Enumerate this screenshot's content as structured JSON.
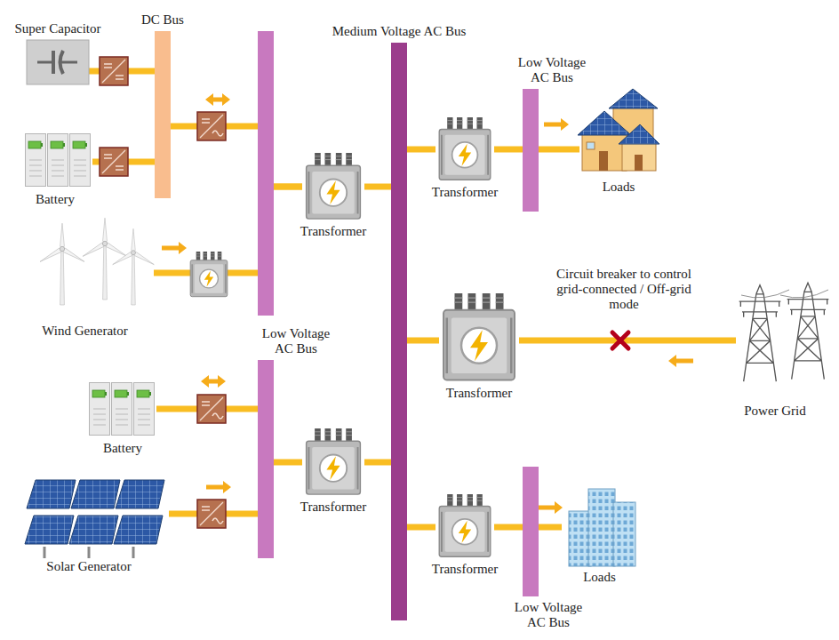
{
  "diagram": {
    "nodes": [
      {
        "text": [
          "Super Capacitor"
        ]
      },
      {
        "text": [
          "DC Bus"
        ]
      },
      {
        "text": [
          "Medium Voltage AC Bus"
        ]
      },
      {
        "text": [
          "Low Voltage AC Bus"
        ]
      },
      {
        "text": [
          "Battery"
        ]
      },
      {
        "text": [
          "Transformer"
        ]
      },
      {
        "text": [
          "Loads"
        ]
      },
      {
        "text": [
          "Transformer"
        ]
      },
      {
        "text": [
          "Wind Generator"
        ]
      },
      {
        "text": [
          "Transformer"
        ]
      },
      {
        "text": [
          "Power Grid"
        ]
      },
      {
        "text": [
          "Low Voltage AC Bus"
        ]
      },
      {
        "text": [
          "Battery"
        ]
      },
      {
        "text": [
          "Transformer"
        ]
      },
      {
        "text": [
          "Solar Generator"
        ]
      },
      {
        "text": [
          "Transformer"
        ]
      },
      {
        "text": [
          "Loads"
        ]
      },
      {
        "text": [
          "Low Voltage AC Bus"
        ]
      }
    ],
    "edges": [
      {
        "from": 0,
        "to": 1,
        "arrow": "none"
      },
      {
        "from": 4,
        "to": 1,
        "arrow": "none"
      },
      {
        "from": 1,
        "to": 7,
        "arrow": "both"
      },
      {
        "from": 8,
        "to": 7,
        "arrow": "to"
      },
      {
        "from": 7,
        "to": 2,
        "arrow": "none"
      },
      {
        "from": 2,
        "to": 5,
        "arrow": "none"
      },
      {
        "from": 5,
        "to": 3,
        "arrow": "none"
      },
      {
        "from": 3,
        "to": 6,
        "arrow": "to"
      },
      {
        "from": 10,
        "to": 9,
        "arrow": "to"
      },
      {
        "from": 9,
        "to": 2,
        "arrow": "none"
      },
      {
        "from": 12,
        "to": 11,
        "arrow": "both"
      },
      {
        "from": 14,
        "to": 11,
        "arrow": "to"
      },
      {
        "from": 11,
        "to": 13,
        "arrow": "none"
      },
      {
        "from": 13,
        "to": 2,
        "arrow": "none"
      },
      {
        "from": 2,
        "to": 15,
        "arrow": "none"
      },
      {
        "from": 15,
        "to": 17,
        "arrow": "none"
      },
      {
        "from": 17,
        "to": 16,
        "arrow": "to"
      }
    ],
    "labels": [
      "Circuit breaker to control grid-connected / Off-grid mode"
    ]
  }
}
